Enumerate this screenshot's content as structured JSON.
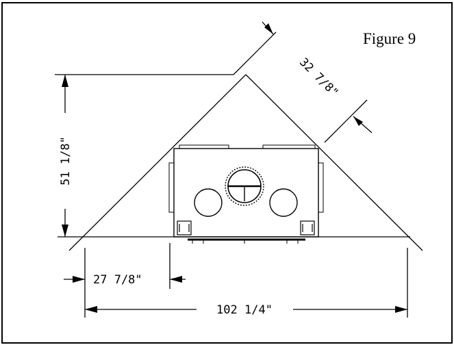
{
  "figure": {
    "label": "Figure 9"
  },
  "dimensions": {
    "corner_depth": "32 7/8\"",
    "height": "51 1/8\"",
    "side_offset": "27 7/8\"",
    "overall_width": "102 1/4\""
  }
}
